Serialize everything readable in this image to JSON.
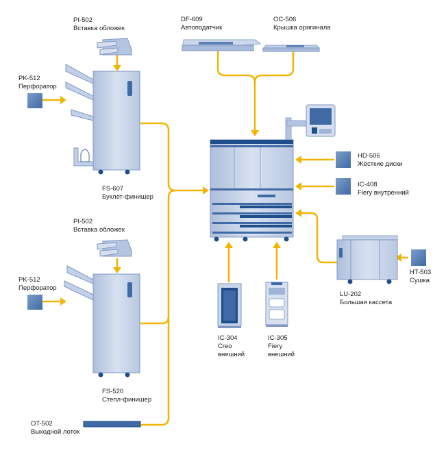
{
  "colors": {
    "connector": "#f2b400",
    "device_light": "#c9d6ea",
    "device_mid": "#9fb4d6",
    "device_dark": "#3f6aa6",
    "device_navy": "#1f4e8c",
    "module_box": "#5a7fb3",
    "wheel": "#1f4e8c"
  },
  "labels": {
    "pi502_top": {
      "code": "PI-502",
      "name": "Вставка обложек"
    },
    "pk512_top": {
      "code": "PK-512",
      "name": "Перфоратор"
    },
    "fs607": {
      "code": "FS-607",
      "name": "Буклет-финишер"
    },
    "df609": {
      "code": "DF-609",
      "name": "Автоподатчик"
    },
    "oc506": {
      "code": "OC-506",
      "name": "Крышка оригинала"
    },
    "hd506": {
      "code": "HD-506",
      "name": "Жёсткие диски"
    },
    "ic408": {
      "code": "IC-408",
      "name": "Fiery внутренний"
    },
    "pi502_bottom": {
      "code": "PI-502",
      "name": "Вставка обложек"
    },
    "pk512_bottom": {
      "code": "PK-512",
      "name": "Перфоратор"
    },
    "fs520": {
      "code": "FS-520",
      "name": "Степл-финишер"
    },
    "ic304": {
      "code": "IC-304",
      "name": "Creo",
      "name2": "внешний"
    },
    "ic305": {
      "code": "IC-305",
      "name": "Fiery",
      "name2": "внешний"
    },
    "lu202": {
      "code": "LU-202",
      "name": "Большая кассета"
    },
    "ht503": {
      "code": "HT-503",
      "name": "Сушка"
    },
    "ot502": {
      "code": "OT-502",
      "name": "Выходной лоток"
    }
  }
}
